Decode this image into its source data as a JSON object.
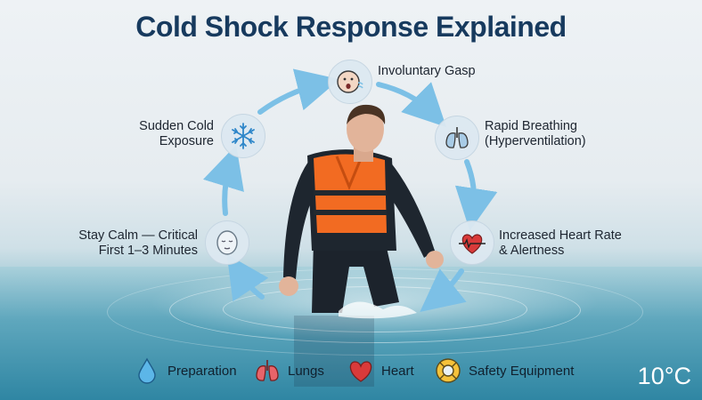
{
  "title": "Cold Shock Response Explained",
  "cycle": {
    "steps": [
      {
        "label": "Involuntary Gasp",
        "icon": "gasping-face-icon"
      },
      {
        "label": "Rapid Breathing\n(Hyperventilation)",
        "icon": "lungs-icon"
      },
      {
        "label": "Increased Heart Rate\n& Alertness",
        "icon": "heart-rate-icon"
      },
      {
        "label": "Stay Calm — Critical\nFirst 1–3 Minutes",
        "icon": "calm-face-icon"
      },
      {
        "label": "Sudden Cold\nExposure",
        "icon": "snowflake-icon"
      }
    ]
  },
  "legend": [
    {
      "label": "Preparation",
      "icon": "water-drop-icon"
    },
    {
      "label": "Lungs",
      "icon": "lungs-icon"
    },
    {
      "label": "Heart",
      "icon": "heart-icon"
    },
    {
      "label": "Safety Equipment",
      "icon": "lifebuoy-icon"
    }
  ],
  "temperature": "10°C",
  "colors": {
    "title": "#173a5e",
    "arrow": "#7cc0e6",
    "vest": "#f26b22",
    "heart": "#d93a3a"
  }
}
